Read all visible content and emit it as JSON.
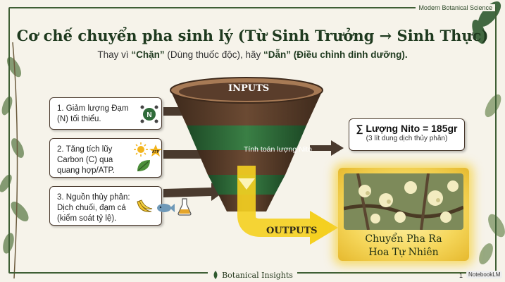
{
  "header": {
    "brand": "Modern Botanical Science",
    "title": "Cơ chế chuyển pha sinh lý (Từ Sinh Trưởng → Sinh Thực)",
    "subtitle_prefix": "Thay vì ",
    "subtitle_block": "“Chặn”",
    "subtitle_mid": " (Dùng thuốc độc), hãy ",
    "subtitle_lead": "“Dẫn”",
    "subtitle_rest": " (Điều chỉnh dinh dưỡng)."
  },
  "funnel": {
    "inputs_label": "INPUTS",
    "calc_label": "Tính toán lượng Nito",
    "outputs_label": "OUTPUTS"
  },
  "steps": [
    {
      "text_line1": "1. Giảm lượng Đạm",
      "text_line2": "(N) tối thiểu.",
      "icons": [
        "nitrogen-icon"
      ]
    },
    {
      "text_line1": "2. Tăng tích lũy",
      "text_line2": "Carbon (C) qua",
      "text_line3": "quang hợp/ATP.",
      "icons": [
        "sun-icon",
        "atp-icon",
        "leaf-icon"
      ]
    },
    {
      "text_line1": "3. Nguồn thủy phân:",
      "text_line2": "Dịch chuối, đạm cá",
      "text_line3": "(kiểm soát tỷ lệ).",
      "icons": [
        "banana-icon",
        "fish-icon",
        "flask-icon"
      ]
    }
  ],
  "result": {
    "main": "∑ Lượng Nito = 185gr",
    "sub": "(3 lít dung dịch thủy phân)"
  },
  "output": {
    "line1": "Chuyển Pha Ra",
    "line2": "Hoa Tự Nhiên"
  },
  "footer": {
    "brand": "Botanical Insights",
    "page": "1",
    "notebook": "NotebookLM"
  },
  "colors": {
    "dark_green": "#1f3a1f",
    "funnel_brown": "#5a3d2b",
    "funnel_green": "#2f6b3a",
    "glow_yellow": "#f5d65a"
  }
}
